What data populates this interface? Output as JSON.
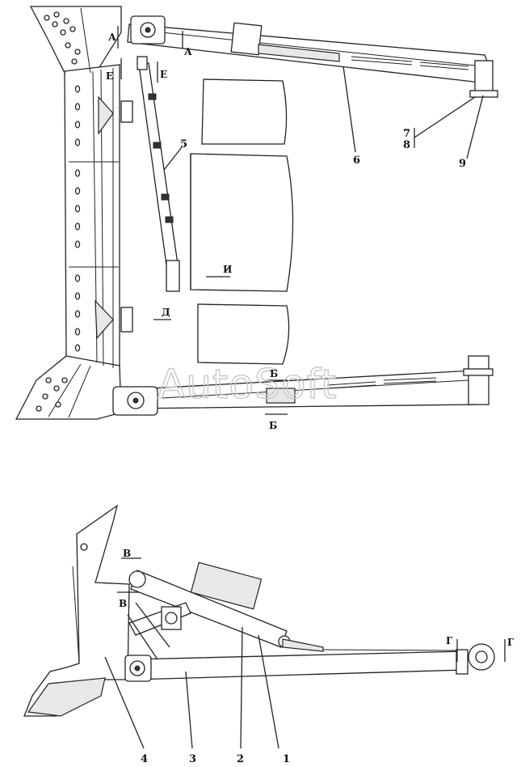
{
  "watermark": "AutoSoft",
  "callouts": {
    "c1": "1",
    "c2": "2",
    "c3": "3",
    "c4": "4",
    "c5": "5",
    "c6": "6",
    "c7": "7",
    "c8": "8",
    "c9": "9"
  },
  "sections": {
    "a_left": "А",
    "a_right": "А",
    "e_left": "Е",
    "e_right": "Е",
    "b_top": "Б",
    "b_bottom": "Б",
    "v_top": "В",
    "v_bottom": "В",
    "g_left": "Г",
    "g_right": "Г",
    "i_view": "И",
    "d_view": "Д"
  }
}
